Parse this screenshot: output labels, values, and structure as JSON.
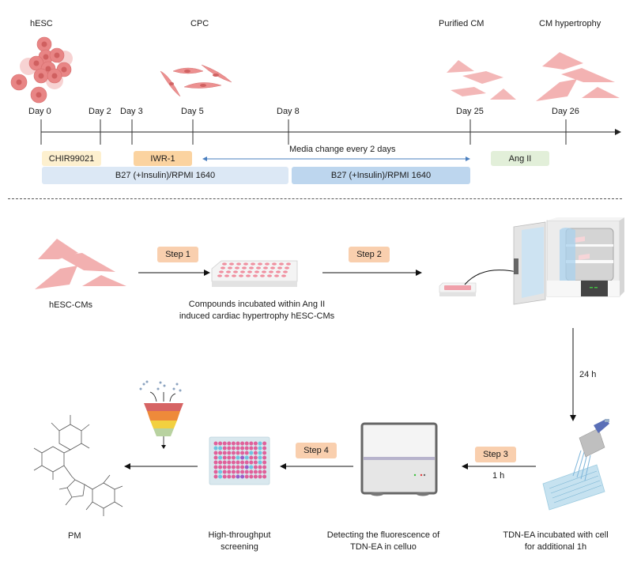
{
  "timeline": {
    "stage_labels": [
      "hESC",
      "CPC",
      "Purified CM",
      "CM hypertrophy"
    ],
    "day_labels": [
      "Day 0",
      "Day 2",
      "Day 3",
      "Day 5",
      "Day 8",
      "Day 25",
      "Day 26"
    ],
    "treatments": {
      "chir": "CHIR99021",
      "iwr": "IWR-1",
      "media_change": "Media change every 2 days",
      "media1": "B27 (+Insulin)/RPMI 1640",
      "media2": "B27 (+Insulin)/RPMI 1640",
      "angii": "Ang II"
    },
    "colors": {
      "chir": "#fdf0cf",
      "iwr": "#fbd3a0",
      "media1": "#dce8f5",
      "media2": "#bdd6ee",
      "angii": "#e2efd9",
      "arrow": "#4a7fbf",
      "cell": "#e88585"
    }
  },
  "workflow": {
    "steps": [
      "Step 1",
      "Step 2",
      "Step 3",
      "Step 4"
    ],
    "hesc_cms": "hESC-CMs",
    "compounds_line1": "Compounds incubated within Ang II",
    "compounds_line2": "induced cardiac hypertrophy hESC-CMs",
    "time_24h": "24 h",
    "time_1h": "1 h",
    "tdn_line1": "TDN-EA incubated with cell",
    "tdn_line2": "for additional 1h",
    "detect_line1": "Detecting the fluorescence of",
    "detect_line2": "TDN-EA in celluo",
    "hts_line1": "High-throughput",
    "hts_line2": "screening",
    "pm": "PM",
    "step_color": "#f9cfae"
  }
}
